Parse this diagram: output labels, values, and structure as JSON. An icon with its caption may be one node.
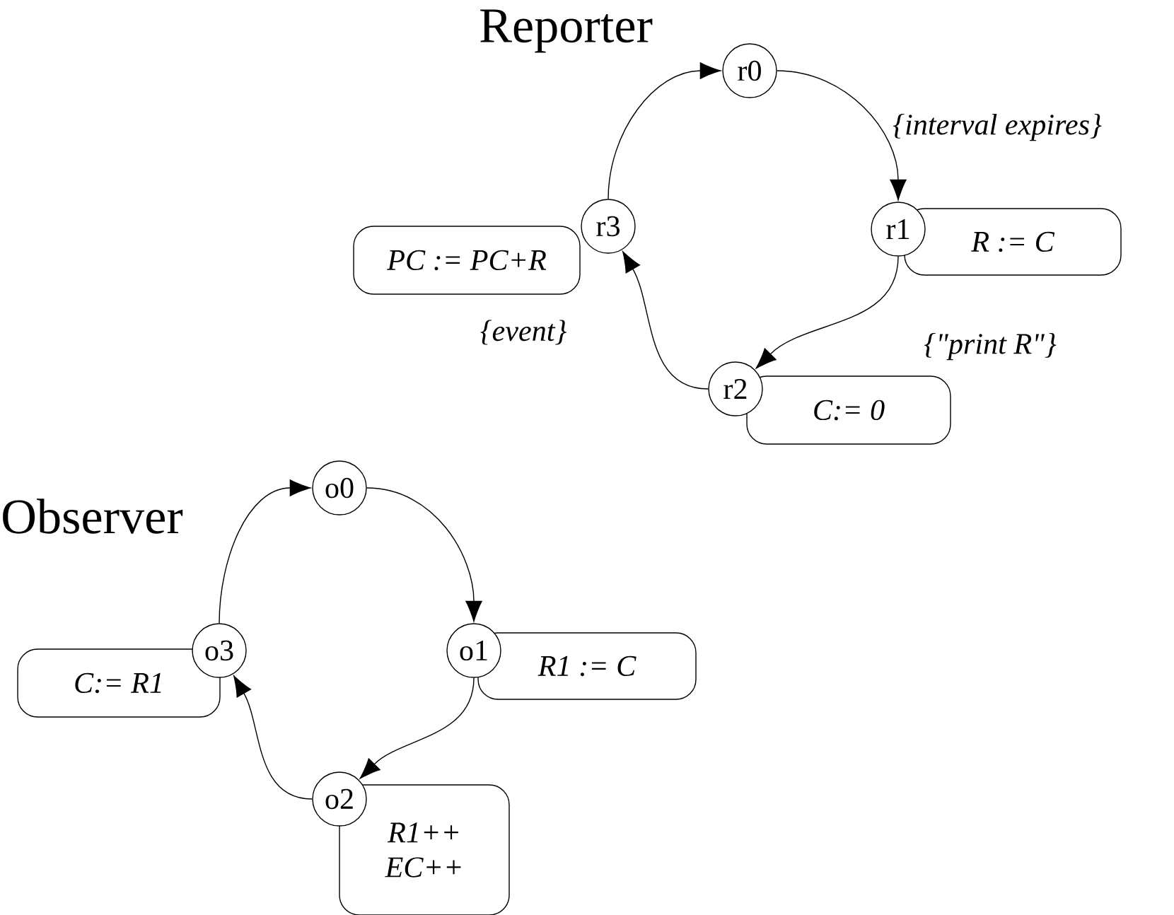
{
  "diagram": {
    "nodes": [
      {
        "text": [
          "r0"
        ]
      },
      {
        "text": [
          "r1"
        ]
      },
      {
        "text": [
          "r2"
        ]
      },
      {
        "text": [
          "r3"
        ]
      },
      {
        "text": [
          "PC := PC+R"
        ]
      },
      {
        "text": [
          "R := C"
        ]
      },
      {
        "text": [
          "C:= 0"
        ]
      },
      {
        "text": [
          "o0"
        ]
      },
      {
        "text": [
          "o1"
        ]
      },
      {
        "text": [
          "o2"
        ]
      },
      {
        "text": [
          "o3"
        ]
      },
      {
        "text": [
          "C:= R1"
        ]
      },
      {
        "text": [
          "R1 := C"
        ]
      },
      {
        "text": [
          "R1++",
          "EC++"
        ]
      }
    ],
    "edges": [
      {
        "from": 0,
        "to": 1,
        "arrow": "to",
        "label": "{interval expires}"
      },
      {
        "from": 1,
        "to": 2,
        "arrow": "to",
        "label": "{\"print R\"}"
      },
      {
        "from": 2,
        "to": 3,
        "arrow": "to",
        "label": "{event}"
      },
      {
        "from": 3,
        "to": 0,
        "arrow": "to"
      },
      {
        "from": 7,
        "to": 8,
        "arrow": "to"
      },
      {
        "from": 8,
        "to": 9,
        "arrow": "to"
      },
      {
        "from": 9,
        "to": 10,
        "arrow": "to"
      },
      {
        "from": 10,
        "to": 7,
        "arrow": "to"
      }
    ],
    "labels": [
      "Reporter",
      "Observer"
    ]
  }
}
